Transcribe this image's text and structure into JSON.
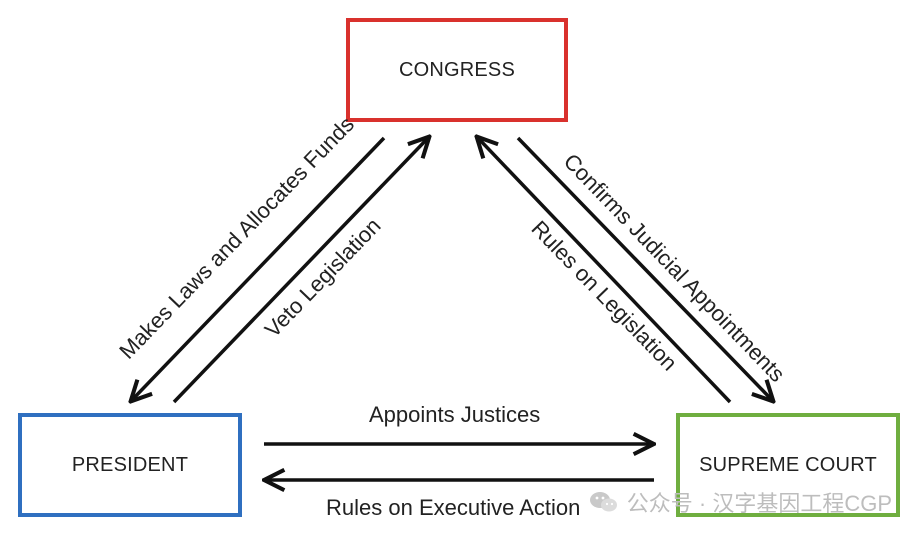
{
  "boxes": {
    "congress": "CONGRESS",
    "president": "PRESIDENT",
    "supreme_court": "SUPREME COURT"
  },
  "arrows": {
    "makes_laws": "Makes Laws and Allocates Funds",
    "veto": "Veto Legislation",
    "confirms": "Confirms Judicial Appointments",
    "rules_legislation": "Rules on Legislation",
    "appoints": "Appoints Justices",
    "rules_executive": "Rules on Executive Action"
  },
  "watermark": {
    "text": "公众号 · 汉字基因工程CGP"
  },
  "colors": {
    "congress_border": "#d9312d",
    "president_border": "#2f6fc0",
    "court_border": "#6fae3f",
    "arrow": "#111111"
  }
}
